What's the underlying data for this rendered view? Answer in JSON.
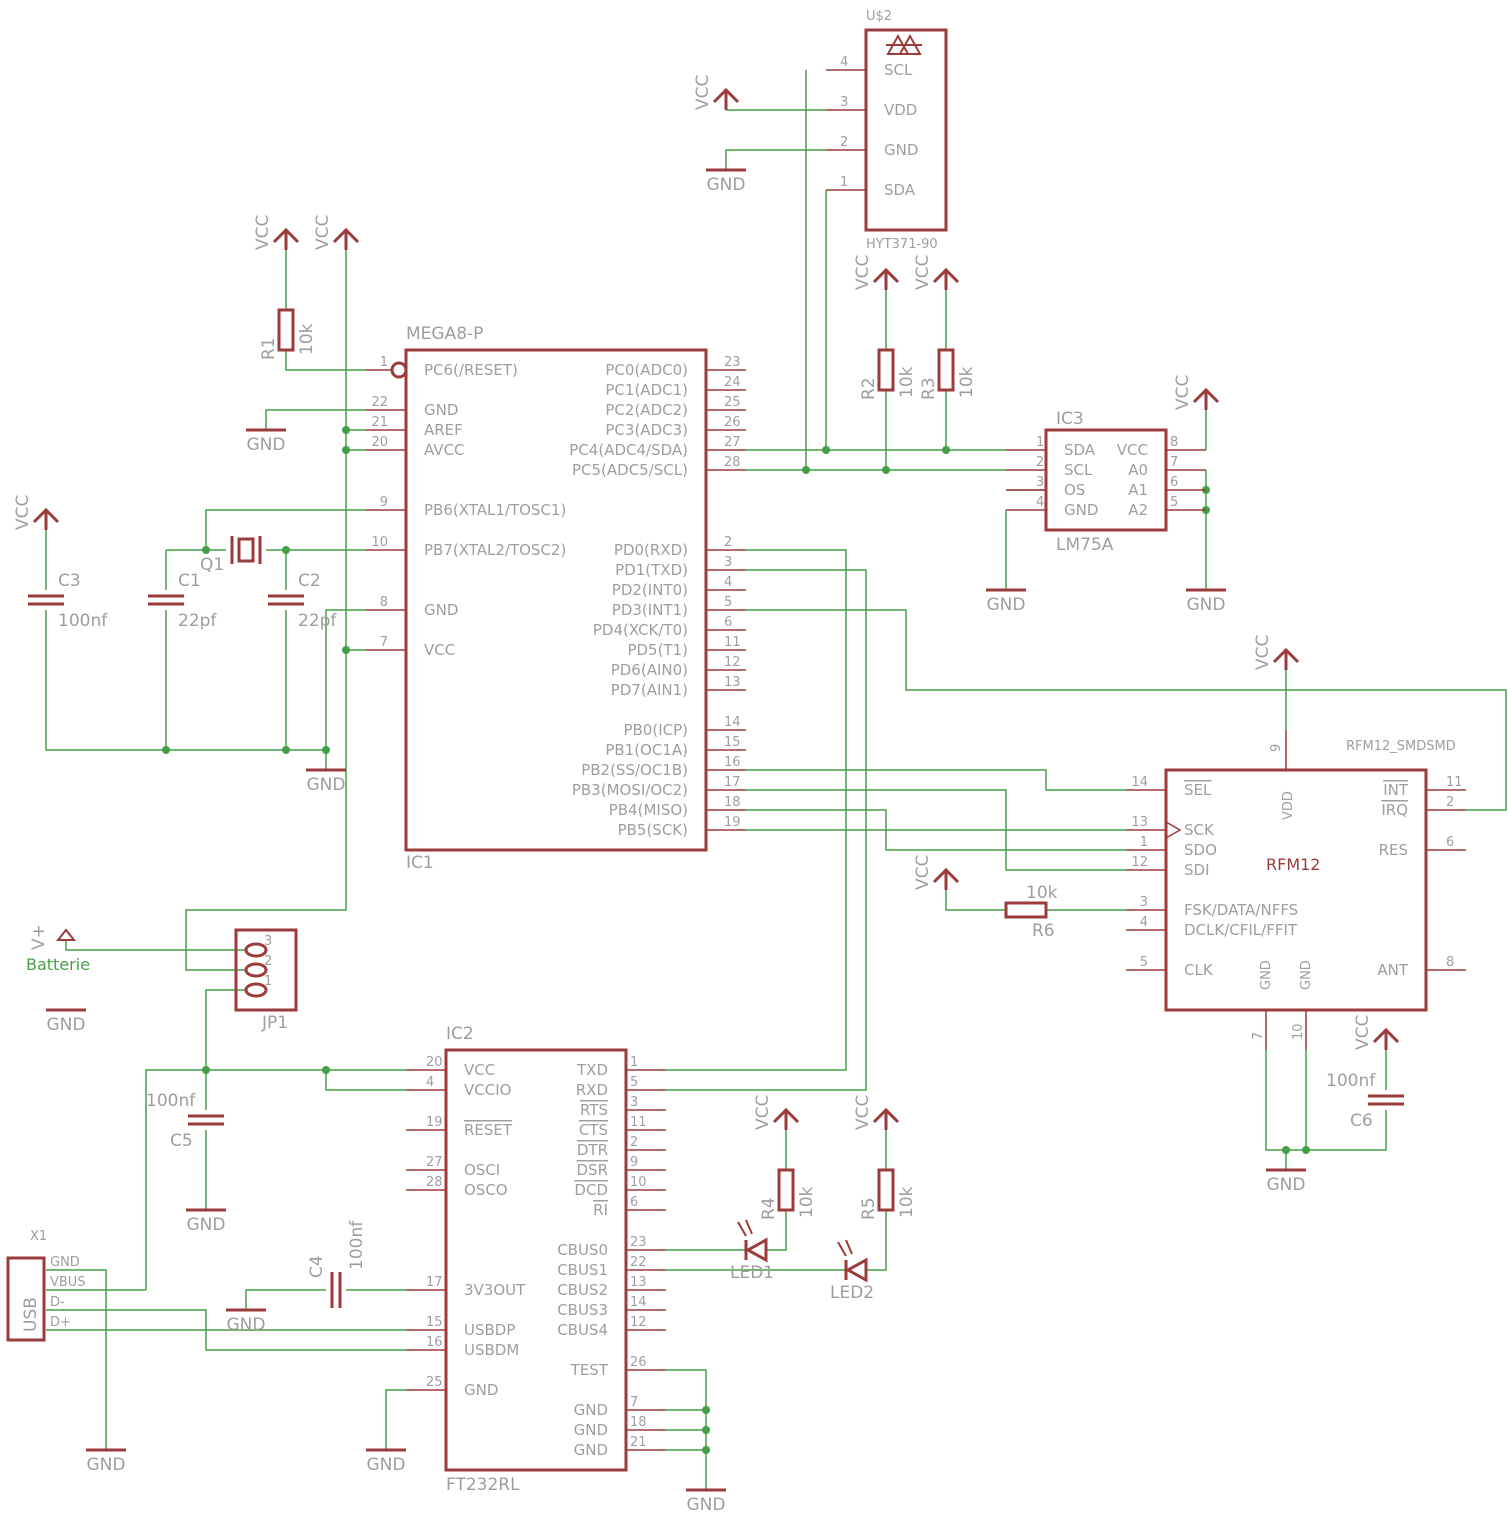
{
  "colors": {
    "symbol": "#9b3b3b",
    "wire": "#43a047",
    "text": "#9e9e9e",
    "background": "#ffffff"
  },
  "power": {
    "vcc": "VCC",
    "gnd": "GND",
    "vplus": "V+",
    "battery": "Batterie"
  },
  "ic1": {
    "name": "MEGA8-P",
    "ref": "IC1",
    "left_pins": [
      {
        "num": "1",
        "name": "PC6(/RESET)"
      },
      {
        "num": "22",
        "name": "GND"
      },
      {
        "num": "21",
        "name": "AREF"
      },
      {
        "num": "20",
        "name": "AVCC"
      },
      {
        "num": "9",
        "name": "PB6(XTAL1/TOSC1)"
      },
      {
        "num": "10",
        "name": "PB7(XTAL2/TOSC2)"
      },
      {
        "num": "8",
        "name": "GND"
      },
      {
        "num": "7",
        "name": "VCC"
      }
    ],
    "right_pins": [
      {
        "num": "23",
        "name": "PC0(ADC0)"
      },
      {
        "num": "24",
        "name": "PC1(ADC1)"
      },
      {
        "num": "25",
        "name": "PC2(ADC2)"
      },
      {
        "num": "26",
        "name": "PC3(ADC3)"
      },
      {
        "num": "27",
        "name": "PC4(ADC4/SDA)"
      },
      {
        "num": "28",
        "name": "PC5(ADC5/SCL)"
      },
      {
        "num": "2",
        "name": "PD0(RXD)"
      },
      {
        "num": "3",
        "name": "PD1(TXD)"
      },
      {
        "num": "4",
        "name": "PD2(INT0)"
      },
      {
        "num": "5",
        "name": "PD3(INT1)"
      },
      {
        "num": "6",
        "name": "PD4(XCK/T0)"
      },
      {
        "num": "11",
        "name": "PD5(T1)"
      },
      {
        "num": "12",
        "name": "PD6(AIN0)"
      },
      {
        "num": "13",
        "name": "PD7(AIN1)"
      },
      {
        "num": "14",
        "name": "PB0(ICP)"
      },
      {
        "num": "15",
        "name": "PB1(OC1A)"
      },
      {
        "num": "16",
        "name": "PB2(SS/OC1B)"
      },
      {
        "num": "17",
        "name": "PB3(MOSI/OC2)"
      },
      {
        "num": "18",
        "name": "PB4(MISO)"
      },
      {
        "num": "19",
        "name": "PB5(SCK)"
      }
    ]
  },
  "ic2": {
    "name": "FT232RL",
    "ref": "IC2",
    "left_pins": [
      {
        "num": "20",
        "name": "VCC"
      },
      {
        "num": "4",
        "name": "VCCIO"
      },
      {
        "num": "19",
        "name": "RESET"
      },
      {
        "num": "27",
        "name": "OSCI"
      },
      {
        "num": "28",
        "name": "OSCO"
      },
      {
        "num": "17",
        "name": "3V3OUT"
      },
      {
        "num": "15",
        "name": "USBDP"
      },
      {
        "num": "16",
        "name": "USBDM"
      },
      {
        "num": "25",
        "name": "GND"
      }
    ],
    "right_pins": [
      {
        "num": "1",
        "name": "TXD"
      },
      {
        "num": "5",
        "name": "RXD"
      },
      {
        "num": "3",
        "name": "RTS"
      },
      {
        "num": "11",
        "name": "CTS"
      },
      {
        "num": "2",
        "name": "DTR"
      },
      {
        "num": "9",
        "name": "DSR"
      },
      {
        "num": "10",
        "name": "DCD"
      },
      {
        "num": "6",
        "name": "RI"
      },
      {
        "num": "23",
        "name": "CBUS0"
      },
      {
        "num": "22",
        "name": "CBUS1"
      },
      {
        "num": "13",
        "name": "CBUS2"
      },
      {
        "num": "14",
        "name": "CBUS3"
      },
      {
        "num": "12",
        "name": "CBUS4"
      },
      {
        "num": "26",
        "name": "TEST"
      },
      {
        "num": "7",
        "name": "GND"
      },
      {
        "num": "18",
        "name": "GND"
      },
      {
        "num": "21",
        "name": "GND"
      }
    ]
  },
  "ic3": {
    "ref": "IC3",
    "name": "LM75A",
    "left_pins": [
      {
        "num": "1",
        "name": "SDA"
      },
      {
        "num": "2",
        "name": "SCL"
      },
      {
        "num": "3",
        "name": "OS"
      },
      {
        "num": "4",
        "name": "GND"
      }
    ],
    "right_pins": [
      {
        "num": "8",
        "name": "VCC"
      },
      {
        "num": "7",
        "name": "A0"
      },
      {
        "num": "6",
        "name": "A1"
      },
      {
        "num": "5",
        "name": "A2"
      }
    ]
  },
  "us2": {
    "ref": "U$2",
    "name": "HYT371-90",
    "pins": [
      {
        "num": "4",
        "name": "SCL"
      },
      {
        "num": "3",
        "name": "VDD"
      },
      {
        "num": "2",
        "name": "GND"
      },
      {
        "num": "1",
        "name": "SDA"
      }
    ]
  },
  "rfm": {
    "name": "RFM12_SMDSMD",
    "label": "RFM12",
    "left_pins": [
      {
        "num": "14",
        "name": "SEL"
      },
      {
        "num": "13",
        "name": "SCK"
      },
      {
        "num": "1",
        "name": "SDO"
      },
      {
        "num": "12",
        "name": "SDI"
      },
      {
        "num": "3",
        "name": "FSK/DATA/NFFS"
      },
      {
        "num": "4",
        "name": "DCLK/CFIL/FFIT"
      },
      {
        "num": "5",
        "name": "CLK"
      }
    ],
    "right_pins": [
      {
        "num": "11",
        "name": "INT"
      },
      {
        "num": "2",
        "name": "IRQ"
      },
      {
        "num": "6",
        "name": "RES"
      },
      {
        "num": "8",
        "name": "ANT"
      }
    ],
    "top_pin": {
      "num": "9",
      "name": "VDD"
    },
    "bottom_pins": [
      {
        "num": "7",
        "name": "GND"
      },
      {
        "num": "10",
        "name": "GND"
      }
    ]
  },
  "parts": {
    "r1": {
      "ref": "R1",
      "value": "10k"
    },
    "r2": {
      "ref": "R2",
      "value": "10k"
    },
    "r3": {
      "ref": "R3",
      "value": "10k"
    },
    "r4": {
      "ref": "R4",
      "value": "10k"
    },
    "r5": {
      "ref": "R5",
      "value": "10k"
    },
    "r6": {
      "ref": "R6",
      "value": "10k"
    },
    "c1": {
      "ref": "C1",
      "value": "22pf"
    },
    "c2": {
      "ref": "C2",
      "value": "22pf"
    },
    "c3": {
      "ref": "C3",
      "value": "100nf"
    },
    "c4": {
      "ref": "C4",
      "value": "100nf"
    },
    "c5": {
      "ref": "C5",
      "value": "100nf"
    },
    "c6": {
      "ref": "C6",
      "value": "100nf"
    },
    "q1": {
      "ref": "Q1"
    },
    "led1": {
      "ref": "LED1"
    },
    "led2": {
      "ref": "LED2"
    },
    "jp1": {
      "ref": "JP1",
      "pins": [
        "3",
        "2",
        "1"
      ]
    },
    "x1": {
      "ref": "X1",
      "label": "USB",
      "pins": [
        "GND",
        "VBUS",
        "D-",
        "D+"
      ]
    }
  }
}
